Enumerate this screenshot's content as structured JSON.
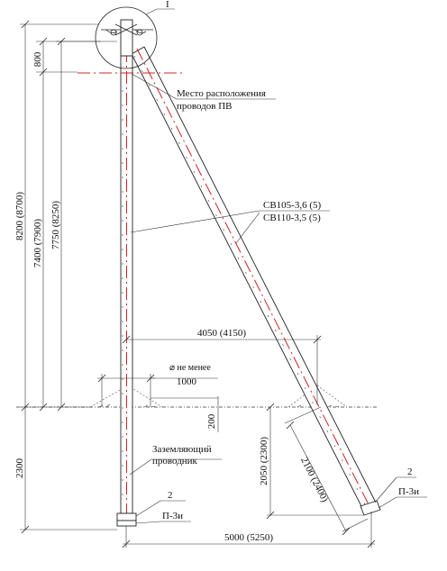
{
  "detail_marker": "I",
  "labels": {
    "wire_location_line1": "Место расположения",
    "wire_location_line2": "проводов ПВ",
    "pole_type_line1": "СВ105-3,6 (5)",
    "pole_type_line2": "СВ110-3,5 (5)",
    "min_note": "⌀ не менее",
    "ground_conductor_line1": "Заземляющий",
    "ground_conductor_line2": "проводник",
    "item_number_left": "2",
    "item_number_right": "2",
    "plate_left": "П-3и",
    "plate_right": "П-3и"
  },
  "dimensions": {
    "top_800": "800",
    "total_8200": "8200 (8700)",
    "h_7400": "7400 (7900)",
    "h_7750": "7750 (8250)",
    "spread_4050": "4050 (4150)",
    "d_1000": "1000",
    "d_200": "200",
    "depth_2300": "2300",
    "brace_2050": "2050 (2300)",
    "brace_2100": "2100 (2400)",
    "base_5000": "5000 (5250)"
  }
}
